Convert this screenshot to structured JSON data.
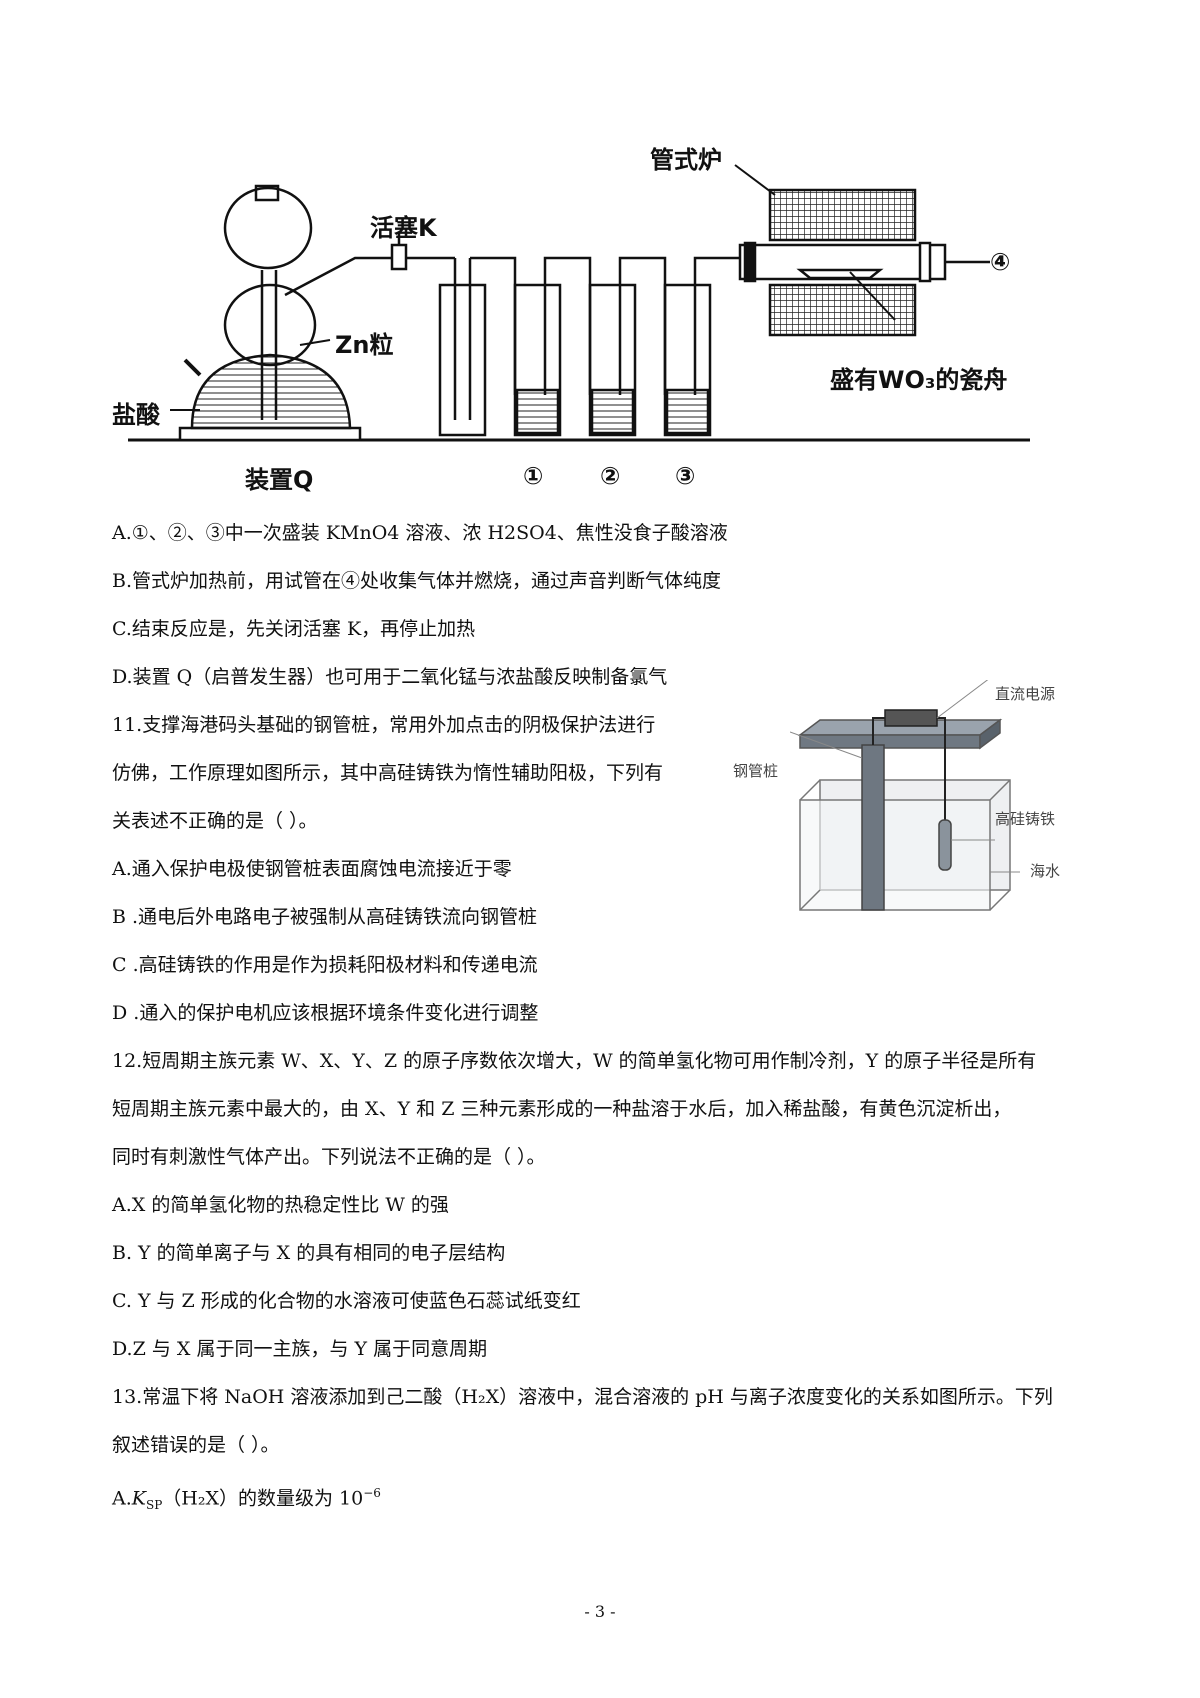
{
  "figure1": {
    "labels": {
      "tube_furnace": "管式炉",
      "stopcock": "活塞K",
      "zn": "Zn粒",
      "acid": "盐酸",
      "boat": "盛有WO₃的瓷舟",
      "device": "装置Q",
      "b1": "①",
      "b2": "②",
      "b3": "③",
      "b4": "④"
    }
  },
  "q10_options": {
    "a": "A.①、②、③中一次盛装 KMnO4 溶液、浓 H2SO4、焦性没食子酸溶液",
    "b": "B.管式炉加热前，用试管在④处收集气体并燃烧，通过声音判断气体纯度",
    "c": "C.结束反应是，先关闭活塞 K，再停止加热",
    "d": "D.装置 Q（启普发生器）也可用于二氧化锰与浓盐酸反映制备氯气"
  },
  "q11": {
    "stem1": "11.支撑海港码头基础的钢管桩，常用外加点击的阴极保护法进行",
    "stem2": "仿佛，工作原理如图所示，其中高硅铸铁为惰性辅助阳极，下列有",
    "stem3": "关表述不正确的是（   ）。",
    "a": "A.通入保护电极使钢管桩表面腐蚀电流接近于零",
    "b": "B .通电后外电路电子被强制从高硅铸铁流向钢管桩",
    "c": "C .高硅铸铁的作用是作为损耗阳极材料和传递电流",
    "d": "D .通入的保护电机应该根据环境条件变化进行调整",
    "figure": {
      "power": "直流电源",
      "pile": "钢管桩",
      "iron": "高硅铸铁",
      "seawater": "海水"
    }
  },
  "q12": {
    "stem1": "12.短周期主族元素 W、X、Y、Z 的原子序数依次增大，W 的简单氢化物可用作制冷剂，Y 的原子半径是所有",
    "stem2": "短周期主族元素中最大的，由 X、Y 和 Z 三种元素形成的一种盐溶于水后，加入稀盐酸，有黄色沉淀析出，",
    "stem3": "同时有刺激性气体产出。下列说法不正确的是（   ）。",
    "a": "A.X 的简单氢化物的热稳定性比 W 的强",
    "b": "B.  Y 的简单离子与 X 的具有相同的电子层结构",
    "c": "C.  Y 与 Z 形成的化合物的水溶液可使蓝色石蕊试纸变红",
    "d": "D.Z 与 X 属于同一主族，与 Y 属于同意周期"
  },
  "q13": {
    "stem1": "13.常温下将 NaOH 溶液添加到己二酸（H₂X）溶液中，混合溶液的 pH 与离子浓度变化的关系如图所示。下列",
    "stem2": "叙述错误的是（   ）。",
    "a_prefix": "A.",
    "a_k": "K",
    "a_sub": "SP",
    "a_mid": "（H₂X）的数量级为 10",
    "a_exp": "−6"
  },
  "page_number": "- 3 -"
}
